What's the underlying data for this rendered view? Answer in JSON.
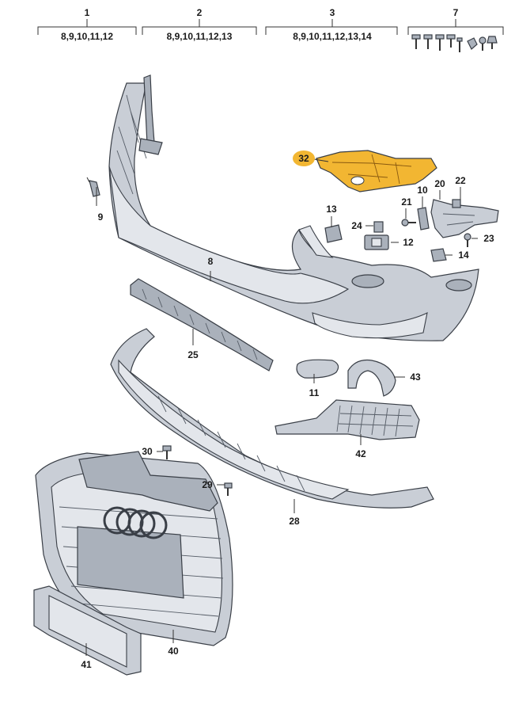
{
  "groups": [
    {
      "number": "1",
      "parts": "8,9,10,11,12"
    },
    {
      "number": "2",
      "parts": "8,9,10,11,12,13"
    },
    {
      "number": "3",
      "parts": "8,9,10,11,12,13,14"
    },
    {
      "number": "7",
      "parts": ""
    }
  ],
  "callouts": {
    "p32": "32",
    "p9": "9",
    "p8": "8",
    "p13": "13",
    "p24": "24",
    "p12": "12",
    "p21": "21",
    "p10": "10",
    "p20": "20",
    "p22": "22",
    "p23": "23",
    "p14": "14",
    "p25": "25",
    "p11": "11",
    "p43": "43",
    "p42": "42",
    "p30": "30",
    "p29": "29",
    "p28": "28",
    "p40": "40",
    "p41": "41"
  },
  "highlight_color": "#f2b632"
}
